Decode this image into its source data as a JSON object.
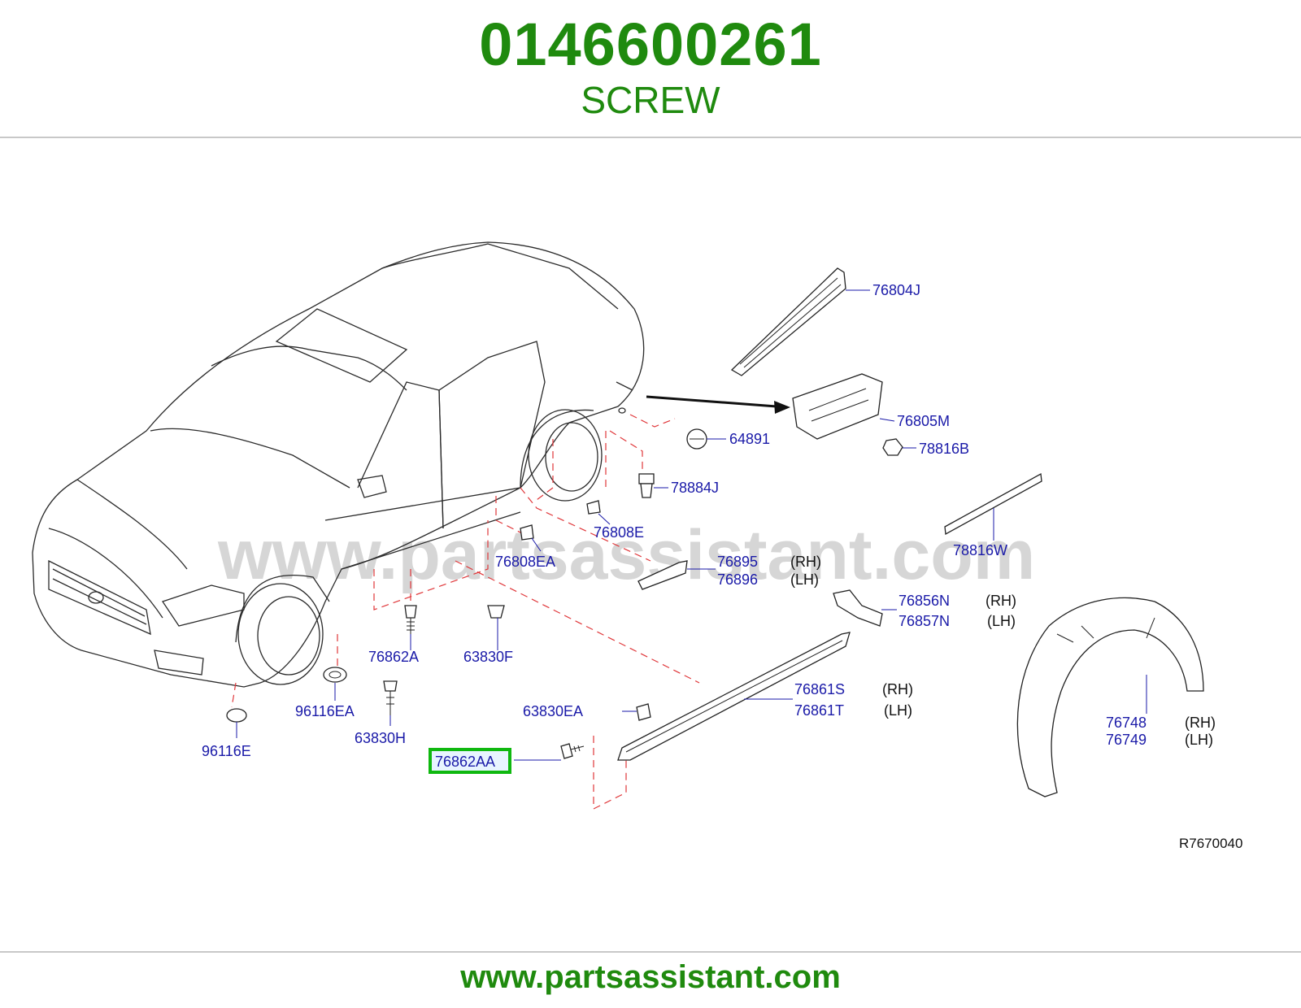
{
  "header": {
    "part_number": "0146600261",
    "part_name": "SCREW"
  },
  "diagram": {
    "watermark": "www.partsassistant.com",
    "reference": "R7670040",
    "highlighted": "76862AA",
    "callouts": [
      {
        "id": "76804J"
      },
      {
        "id": "76805M"
      },
      {
        "id": "64891"
      },
      {
        "id": "78816B"
      },
      {
        "id": "78884J"
      },
      {
        "id": "76808E"
      },
      {
        "id": "78816W"
      },
      {
        "id": "76808EA"
      },
      {
        "id": "76895",
        "side": "(RH)"
      },
      {
        "id": "76896",
        "side": "(LH)"
      },
      {
        "id": "76856N",
        "side": "(RH)"
      },
      {
        "id": "76857N",
        "side": "(LH)"
      },
      {
        "id": "76862A"
      },
      {
        "id": "63830F"
      },
      {
        "id": "76861S",
        "side": "(RH)"
      },
      {
        "id": "76861T",
        "side": "(LH)"
      },
      {
        "id": "96116EA"
      },
      {
        "id": "63830H"
      },
      {
        "id": "63830EA"
      },
      {
        "id": "96116E"
      },
      {
        "id": "76862AA"
      },
      {
        "id": "76748",
        "side": "(RH)"
      },
      {
        "id": "76749",
        "side": "(LH)"
      }
    ]
  },
  "footer": {
    "url": "www.partsassistant.com"
  },
  "colors": {
    "brand_green": "#1f8a0e",
    "callout_blue": "#1a1aa8",
    "dash_red": "#e0373a",
    "highlight_green": "#0fb80f"
  }
}
